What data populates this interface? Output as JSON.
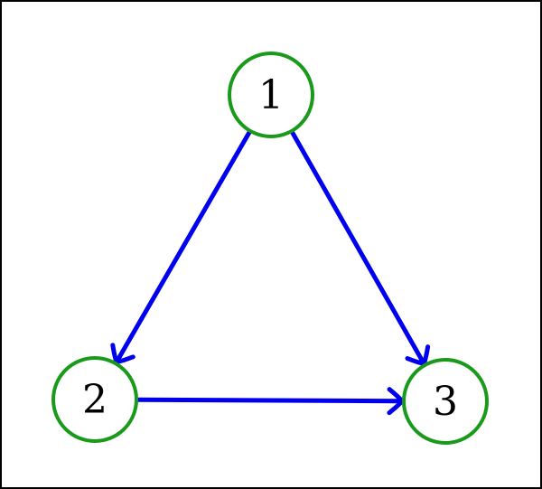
{
  "diagram": {
    "type": "directed-graph",
    "colors": {
      "frame": "#000000",
      "node_stroke": "#1a9a1a",
      "node_fill": "#ffffff",
      "edge": "#0000ee",
      "label": "#000000"
    },
    "nodes": [
      {
        "id": "n1",
        "label": "1"
      },
      {
        "id": "n2",
        "label": "2"
      },
      {
        "id": "n3",
        "label": "3"
      }
    ],
    "edges": [
      {
        "from": "n1",
        "to": "n2"
      },
      {
        "from": "n1",
        "to": "n3"
      },
      {
        "from": "n2",
        "to": "n3"
      }
    ]
  }
}
